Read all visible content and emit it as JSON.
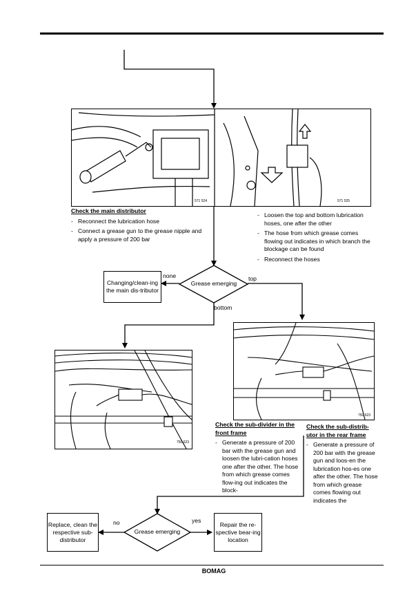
{
  "footer": {
    "brand": "BOMAG"
  },
  "photos": {
    "main_left_code": "571 524",
    "main_right_code": "571 525",
    "front_code": "750 623",
    "rear_code": "750 623"
  },
  "main_distributor": {
    "heading": "Check the main distributor",
    "steps": [
      "Reconnect the lubrication hose",
      "Connect a grease gun to the grease nipple and apply a pressure of 200 bar"
    ]
  },
  "loosen": {
    "steps": [
      "Loosen the top and bottom lubrication hoses, one after the other",
      "The hose from which grease comes flowing out indicates in which branch the blockage can be found",
      "Reconnect the hoses"
    ]
  },
  "decision1": {
    "label": "Grease emerging",
    "none": "none",
    "top": "top",
    "bottom": "bottom"
  },
  "box_change": {
    "text": "Changing/clean-ing the main dis-tributor"
  },
  "front_frame": {
    "heading": "Check the sub-divider in the front frame",
    "steps": [
      "Generate a pressure of 200 bar with the grease gun and loosen the lubri-cation hoses one after the other. The hose from which grease comes flow-ing out indicates the block-"
    ]
  },
  "rear_frame": {
    "heading": "Check the sub-distrib-utor in the rear frame",
    "steps": [
      "Generate a pressure of 200 bar with the grease gun and loos-en the lubrication hos-es one after the other. The hose from which grease comes flowing out indicates the"
    ]
  },
  "decision2": {
    "label": "Grease emerging",
    "no": "no",
    "yes": "yes"
  },
  "box_replace": {
    "text": "Replace, clean the respective sub-distributor"
  },
  "box_repair": {
    "text": "Repair the re-spective bear-ing location"
  }
}
